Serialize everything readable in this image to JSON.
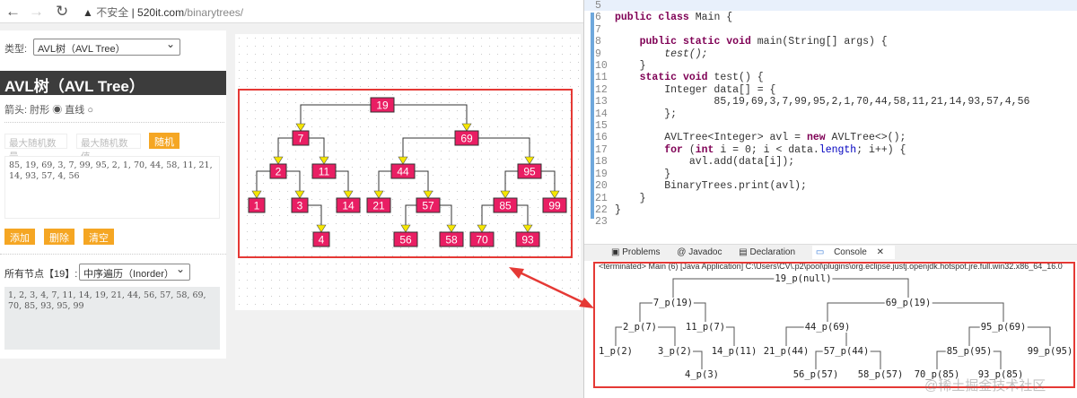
{
  "browser": {
    "security": "不安全",
    "url_host": "520it.com",
    "url_path": "/binarytrees/"
  },
  "panel": {
    "type_label": "类型:",
    "type_value": "AVL树（AVL Tree）",
    "title": "AVL树（AVL Tree）",
    "arrow_label": "箭头:",
    "arrow_options": [
      "肘形",
      "直线"
    ],
    "max_count_placeholder": "最大随机数量",
    "max_value_placeholder": "最大随机数值",
    "random_button": "随机",
    "input_data": "85, 19, 69, 3, 7, 99, 95, 2, 1, 70, 44, 58, 11, 21, 14, 93, 57, 4, 56",
    "add_button": "添加",
    "delete_button": "删除",
    "clear_button": "清空",
    "nodes_label": "所有节点【19】:",
    "traversal": "中序遍历（Inorder）",
    "traversal_result": "1, 2, 3, 4, 7, 11, 14, 19, 21, 44, 56, 57, 58, 69, 70, 85, 93, 95, 99"
  },
  "tree_nodes": [
    "19",
    "7",
    "69",
    "2",
    "11",
    "44",
    "95",
    "1",
    "3",
    "14",
    "21",
    "57",
    "85",
    "99",
    "4",
    "56",
    "58",
    "70",
    "93"
  ],
  "colors": {
    "node": "#e91e63",
    "arrow": "#f5e600",
    "highlight": "#e53935",
    "button": "#f5a623"
  },
  "editor": {
    "lines": [
      {
        "n": "5",
        "t": ""
      },
      {
        "n": "6",
        "t": "public class Main {"
      },
      {
        "n": "7",
        "t": ""
      },
      {
        "n": "8",
        "t": "    public static void main(String[] args) {"
      },
      {
        "n": "9",
        "t": "        test();"
      },
      {
        "n": "10",
        "t": "    }"
      },
      {
        "n": "11",
        "t": "    static void test() {"
      },
      {
        "n": "12",
        "t": "        Integer data[] = {"
      },
      {
        "n": "13",
        "t": "                85,19,69,3,7,99,95,2,1,70,44,58,11,21,14,93,57,4,56"
      },
      {
        "n": "14",
        "t": "        };"
      },
      {
        "n": "15",
        "t": ""
      },
      {
        "n": "16",
        "t": "        AVLTree<Integer> avl = new AVLTree<>();"
      },
      {
        "n": "17",
        "t": "        for (int i = 0; i < data.length; i++) {"
      },
      {
        "n": "18",
        "t": "            avl.add(data[i]);"
      },
      {
        "n": "19",
        "t": "        }"
      },
      {
        "n": "20",
        "t": "        BinaryTrees.print(avl);"
      },
      {
        "n": "21",
        "t": "    }"
      },
      {
        "n": "22",
        "t": "}"
      },
      {
        "n": "23",
        "t": ""
      }
    ]
  },
  "console": {
    "tabs": [
      "Problems",
      "Javadoc",
      "Declaration",
      "Console"
    ],
    "terminated": "<terminated> Main (6) [Java Application] C:\\Users\\CV\\.p2\\pool\\plugins\\org.eclipse.justj.openjdk.hotspot.jre.full.win32.x86_64_16.0",
    "nodes": [
      "19_p(null)",
      "7_p(19)",
      "69_p(19)",
      "2_p(7)",
      "11_p(7)",
      "44_p(69)",
      "95_p(69)",
      "1_p(2)",
      "3_p(2)",
      "14_p(11)",
      "21_p(44)",
      "57_p(44)",
      "85_p(95)",
      "99_p(95)",
      "4_p(3)",
      "56_p(57)",
      "58_p(57)",
      "70_p(85)",
      "93_p(85)"
    ]
  },
  "watermark": "@稀土掘金技术社区"
}
